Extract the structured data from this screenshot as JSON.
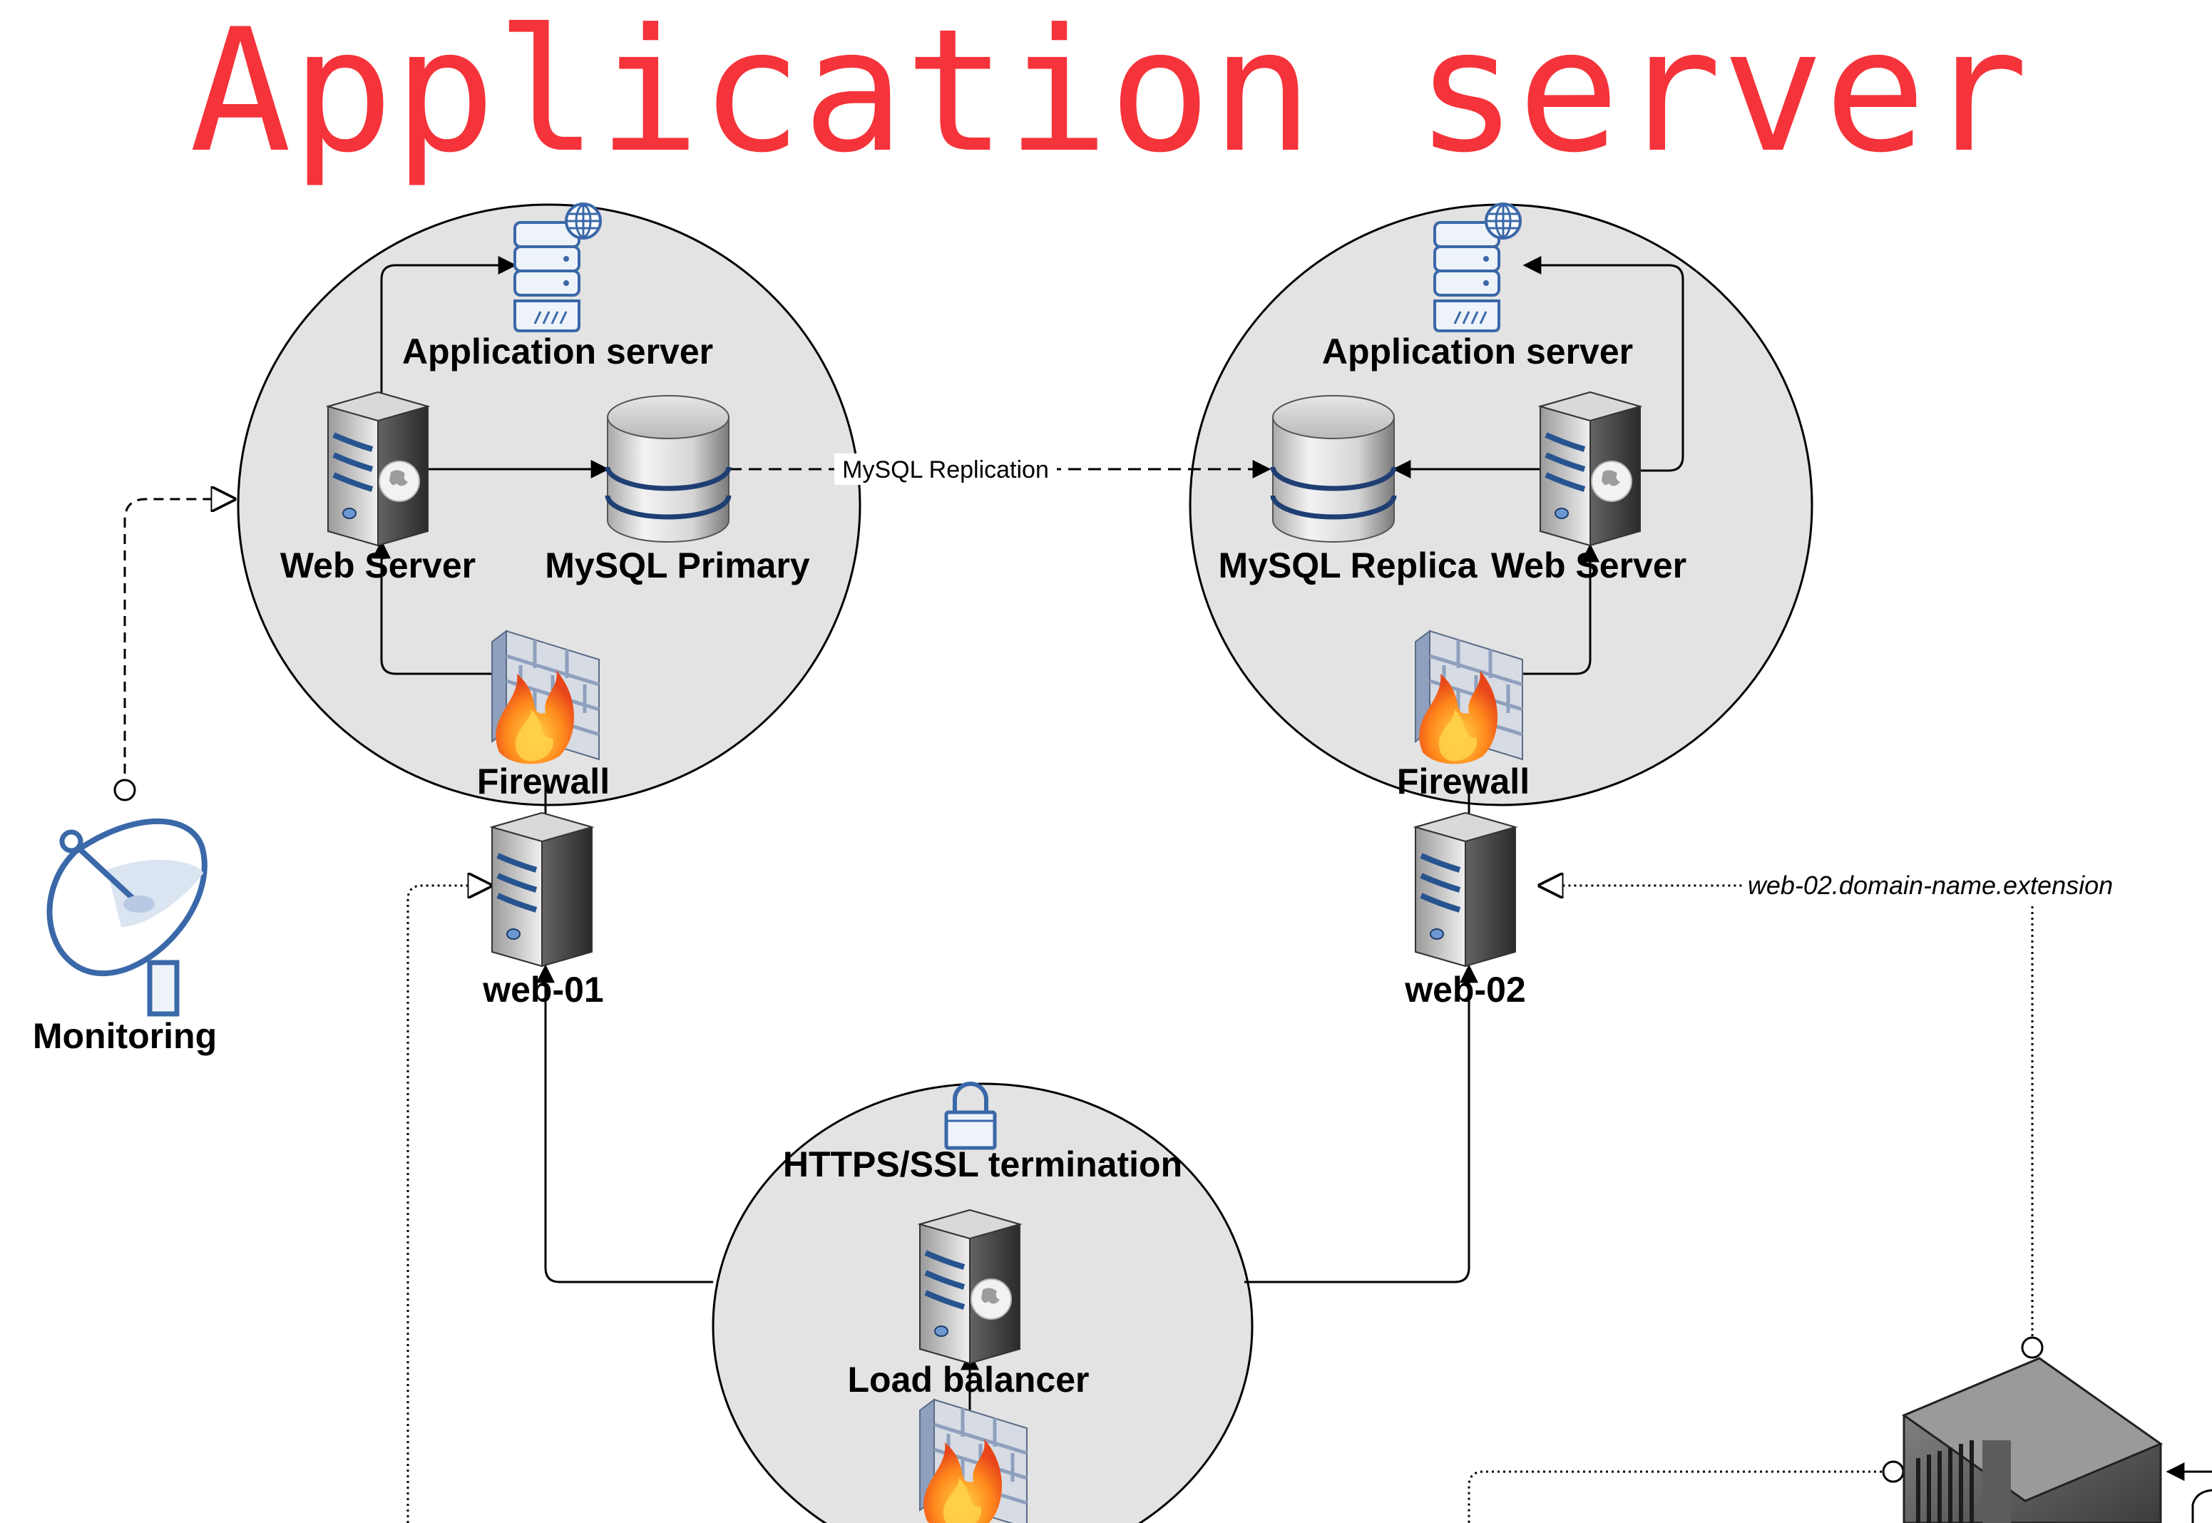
{
  "title": "Application server",
  "nodes": {
    "app_server_1": "Application server",
    "web_server_1": "Web Server",
    "mysql_primary": "MySQL Primary",
    "firewall_1": "Firewall",
    "app_server_2": "Application server",
    "mysql_replica": "MySQL Replica",
    "web_server_2": "Web Server",
    "firewall_2": "Firewall",
    "web_01": "web-01",
    "web_02": "web-02",
    "monitoring": "Monitoring",
    "https_ssl": "HTTPS/SSL termination",
    "load_balancer": "Load balancer"
  },
  "edges": {
    "replication": "MySQL Replication",
    "domain": "web-02.domain-name.extension"
  },
  "colors": {
    "title": "#f5333a",
    "cluster_fill": "#e3e3e3",
    "icon_blue": "#3a68a8"
  }
}
